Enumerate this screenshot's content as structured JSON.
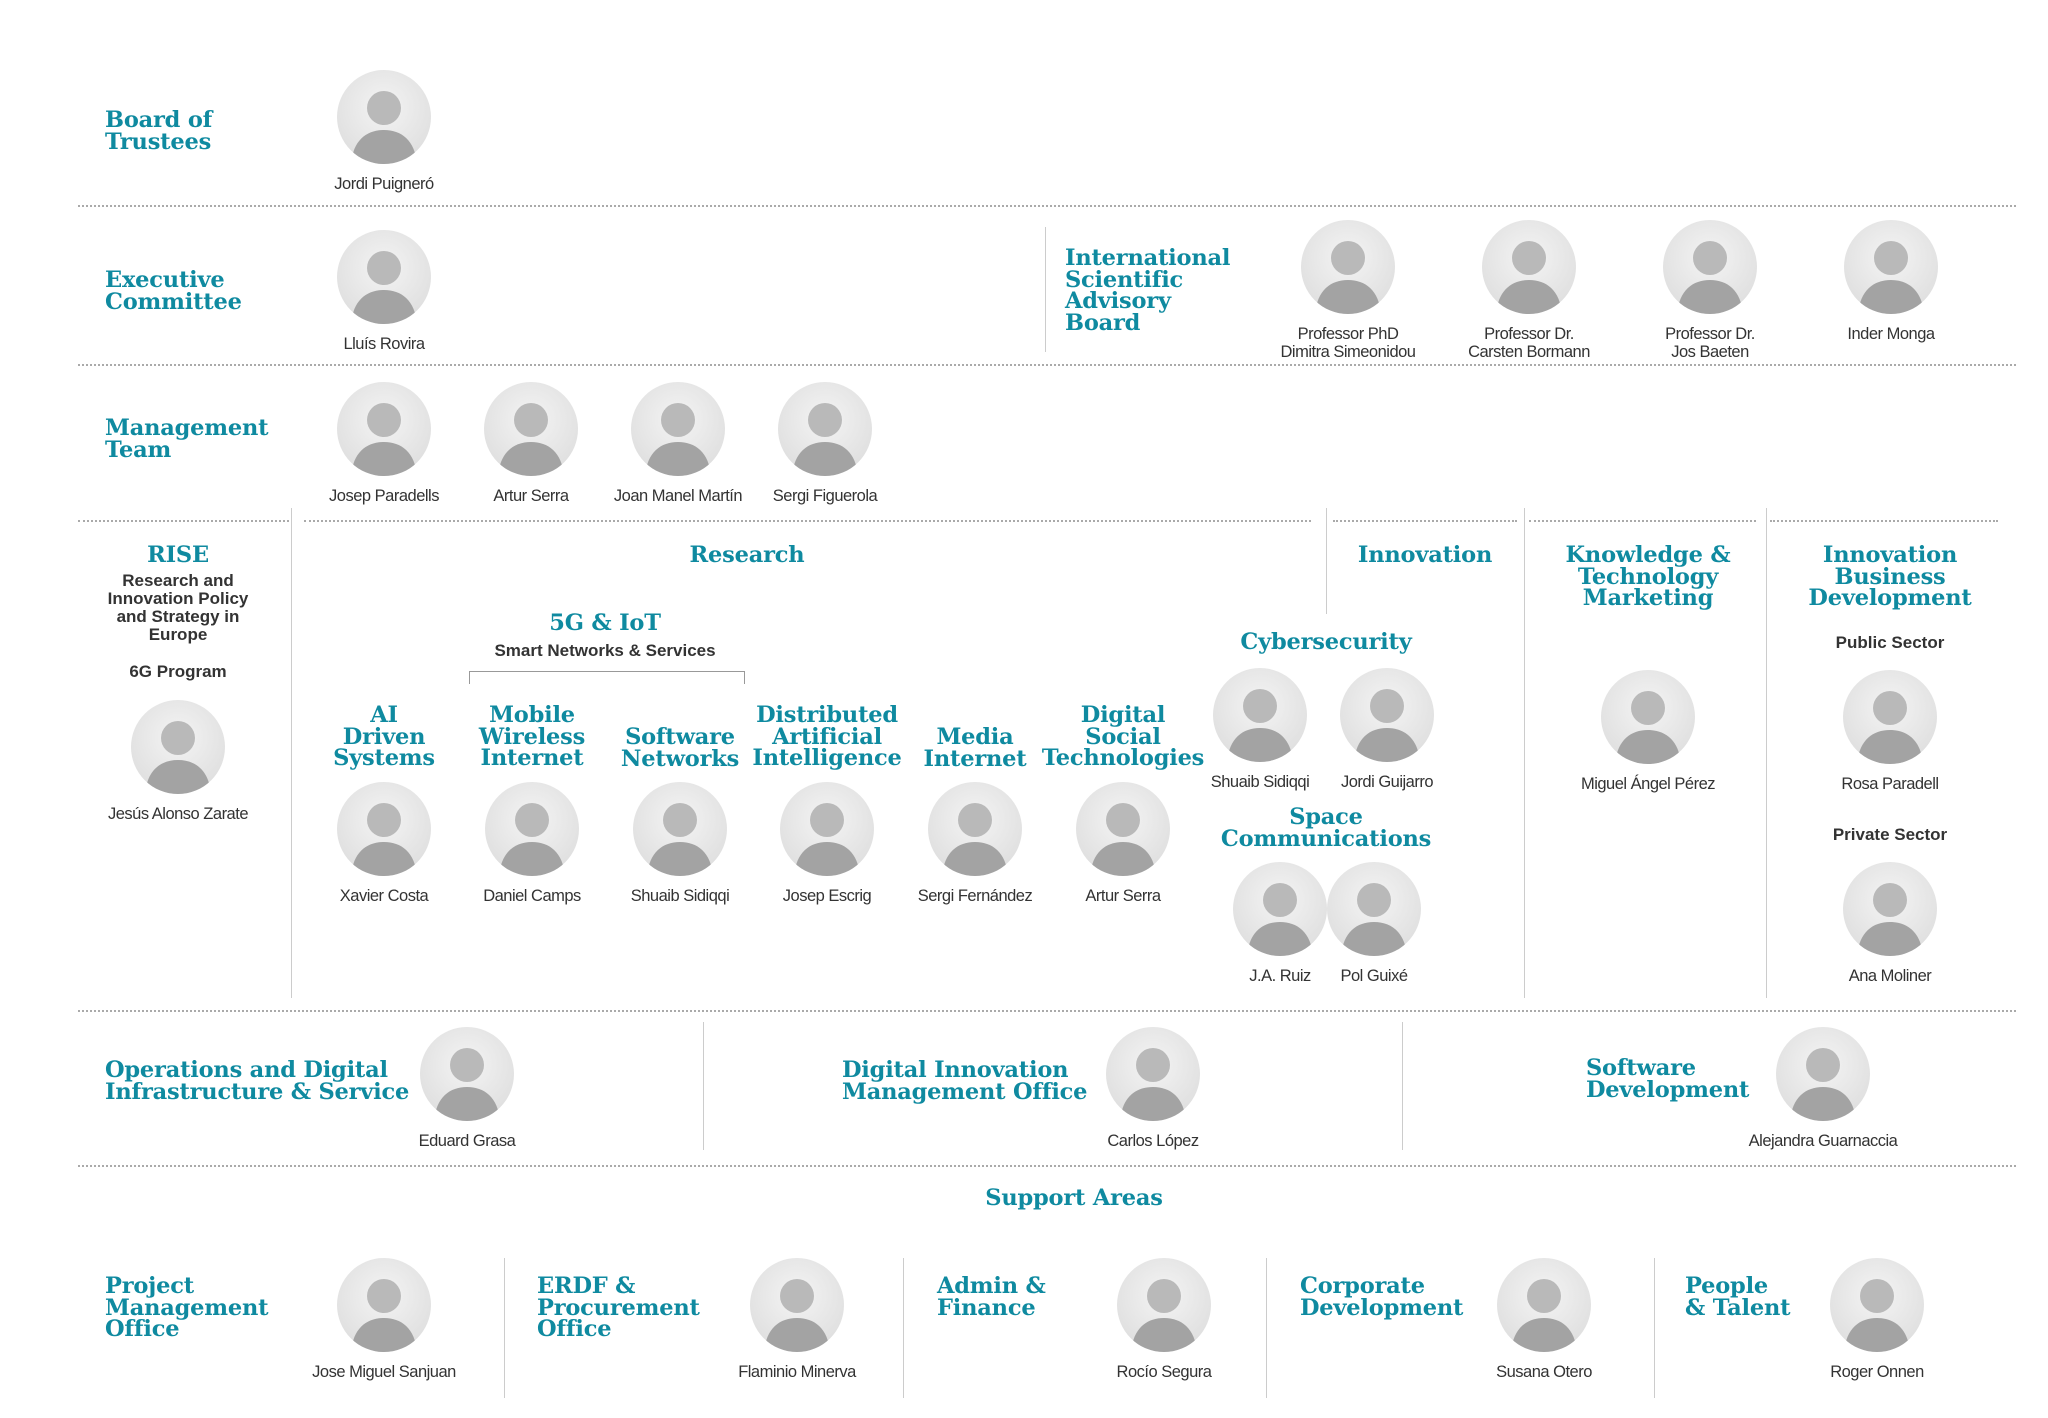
{
  "colors": {
    "accent": "#0f8aa0",
    "text": "#333333",
    "divider": "#aaaaaa"
  },
  "rows": {
    "board": {
      "title": "Board of\nTrustees",
      "people": [
        {
          "name": "Jordi Puigneró"
        }
      ]
    },
    "executive": {
      "title": "Executive\nCommittee",
      "people": [
        {
          "name": "Lluís Rovira"
        }
      ]
    },
    "isab": {
      "title": "International\nScientific\nAdvisory\nBoard",
      "people": [
        {
          "name": "Professor PhD\nDimitra Simeonidou"
        },
        {
          "name": "Professor Dr.\nCarsten Bormann"
        },
        {
          "name": "Professor Dr.\nJos Baeten"
        },
        {
          "name": "Inder Monga"
        }
      ]
    },
    "management": {
      "title": "Management\nTeam",
      "people": [
        {
          "name": "Josep Paradells"
        },
        {
          "name": "Artur Serra"
        },
        {
          "name": "Joan Manel Martín"
        },
        {
          "name": "Sergi Figuerola"
        }
      ]
    }
  },
  "rise": {
    "title": "RISE",
    "subtitle": "Research and\nInnovation Policy\nand Strategy in\nEurope",
    "program": "6G Program",
    "person": "Jesús Alonso Zarate"
  },
  "research": {
    "title": "Research",
    "group_5g": {
      "title": "5G & IoT",
      "subtitle": "Smart Networks & Services"
    },
    "units": [
      {
        "title": "AI\nDriven\nSystems",
        "person": "Xavier Costa"
      },
      {
        "title": "Mobile\nWireless\nInternet",
        "person": "Daniel Camps"
      },
      {
        "title": "Software\nNetworks",
        "person": "Shuaib Sidiqqi"
      },
      {
        "title": "Distributed\nArtificial\nIntelligence",
        "person": "Josep Escrig"
      },
      {
        "title": "Media\nInternet",
        "person": "Sergi Fernández"
      },
      {
        "title": "Digital\nSocial\nTechnologies",
        "person": "Artur Serra"
      }
    ],
    "cybersecurity": {
      "title": "Cybersecurity",
      "people": [
        "Shuaib Sidiqqi",
        "Jordi Guijarro"
      ]
    },
    "space": {
      "title": "Space\nCommunications",
      "people": [
        "J.A. Ruiz",
        "Pol Guixé"
      ]
    }
  },
  "innovation": {
    "title": "Innovation"
  },
  "ktm": {
    "title": "Knowledge &\nTechnology\nMarketing",
    "person": "Miguel Ángel Pérez"
  },
  "ibd": {
    "title": "Innovation\nBusiness\nDevelopment",
    "public_label": "Public Sector",
    "public_person": "Rosa Paradell",
    "private_label": "Private Sector",
    "private_person": "Ana Moliner"
  },
  "operations": [
    {
      "title": "Operations and Digital\nInfrastructure & Service",
      "person": "Eduard Grasa"
    },
    {
      "title": "Digital Innovation\nManagement Office",
      "person": "Carlos López"
    },
    {
      "title": "Software\nDevelopment",
      "person": "Alejandra Guarnaccia"
    }
  ],
  "support": {
    "title": "Support Areas",
    "units": [
      {
        "title": "Project\nManagement\nOffice",
        "person": "Jose Miguel Sanjuan"
      },
      {
        "title": "ERDF &\nProcurement\nOffice",
        "person": "Flaminio Minerva"
      },
      {
        "title": "Admin &\nFinance",
        "person": "Rocío Segura"
      },
      {
        "title": "Corporate\nDevelopment",
        "person": "Susana Otero"
      },
      {
        "title": "People\n& Talent",
        "person": "Roger Onnen"
      }
    ]
  }
}
